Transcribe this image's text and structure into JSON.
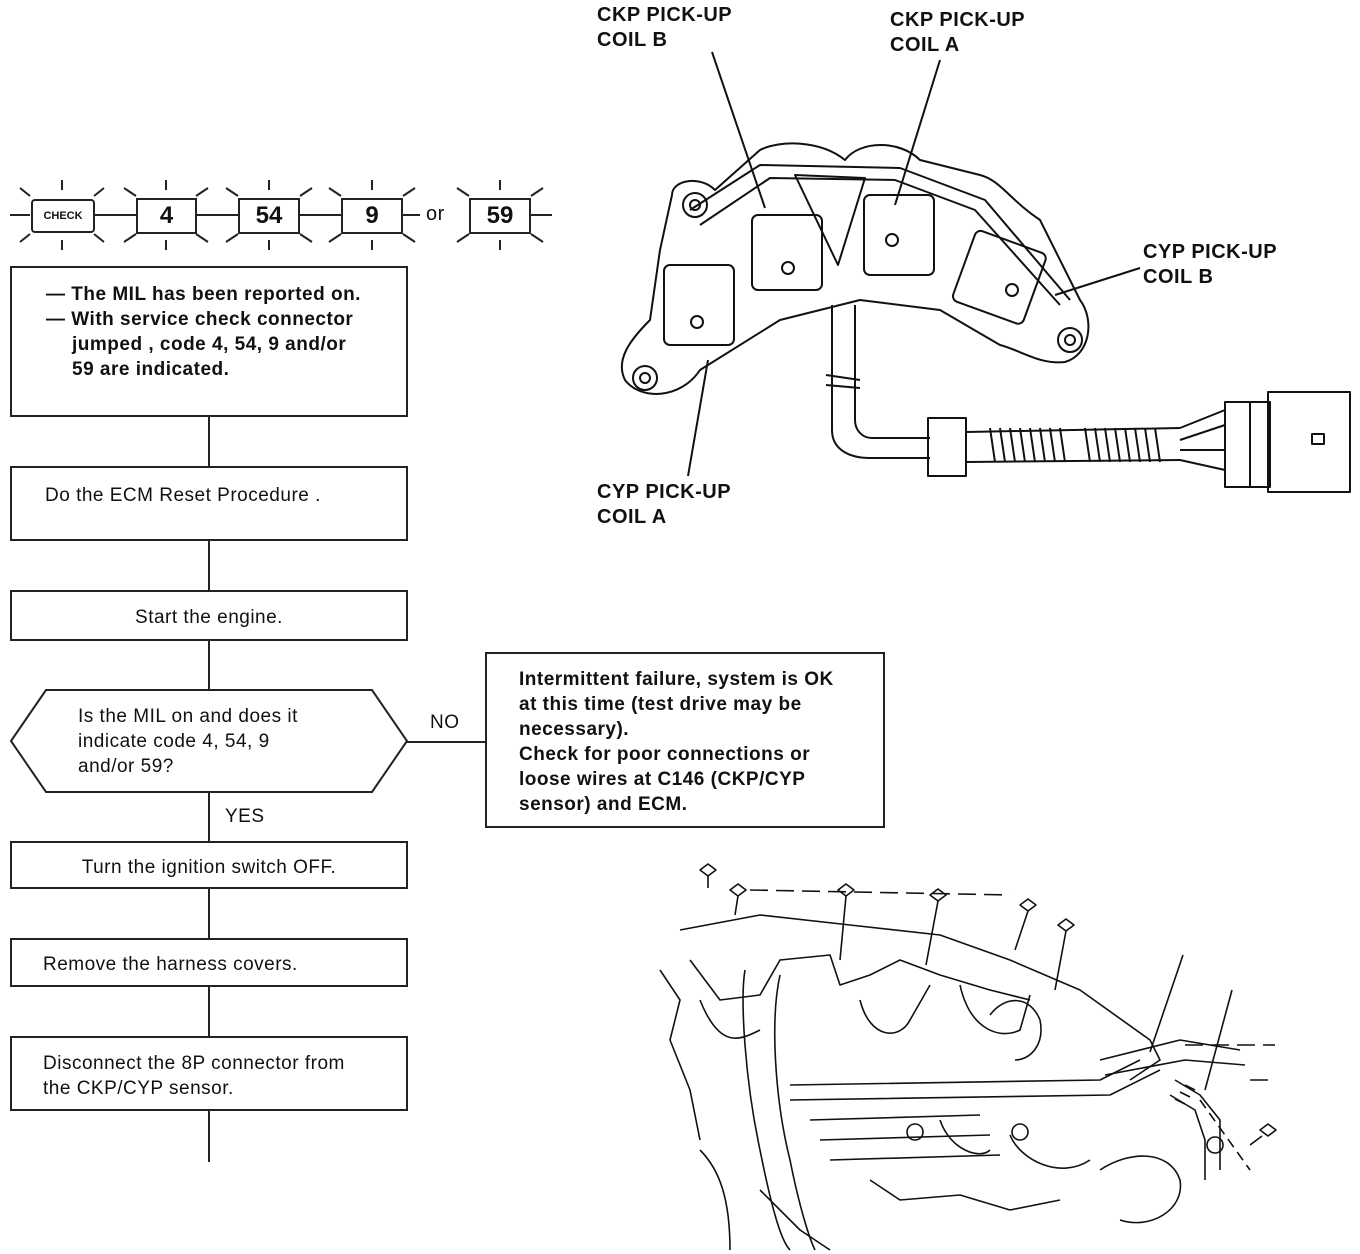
{
  "dtc_strip": {
    "mil_icon_text": "CHECK",
    "codes": [
      "4",
      "54",
      "9",
      "59"
    ],
    "or_text": "or"
  },
  "flow": {
    "box1": {
      "line1": "— The MIL has been reported on.",
      "line2": "— With service check connector",
      "line3": "jumped , code 4,  54,  9  and/or",
      "line4": "59  are  indicated."
    },
    "box2": "Do the ECM Reset Procedure .",
    "box3": "Start the engine.",
    "decision": {
      "line1": "Is the MIL on and does it",
      "line2": "indicate code 4, 54, 9",
      "line3": "and/or 59?"
    },
    "no_label": "NO",
    "yes_label": "YES",
    "no_result": {
      "line1": "Intermittent failure, system is OK",
      "line2": "at this time (test drive may be",
      "line3": "necessary).",
      "line4": "Check for poor connections or",
      "line5": "loose wires at C146 (CKP/CYP",
      "line6": "sensor) and ECM."
    },
    "box4": "Turn the ignition switch OFF.",
    "box5": "Remove the harness covers.",
    "box6": {
      "line1": "Disconnect the 8P connector from",
      "line2": "the CKP/CYP sensor."
    }
  },
  "sensor_labels": {
    "ckp_b": [
      "CKP PICK-UP",
      "COIL B"
    ],
    "ckp_a": [
      "CKP PICK-UP",
      "COIL A"
    ],
    "cyp_b": [
      "CYP PICK-UP",
      "COIL B"
    ],
    "cyp_a": [
      "CYP PICK-UP",
      "COIL A"
    ]
  }
}
